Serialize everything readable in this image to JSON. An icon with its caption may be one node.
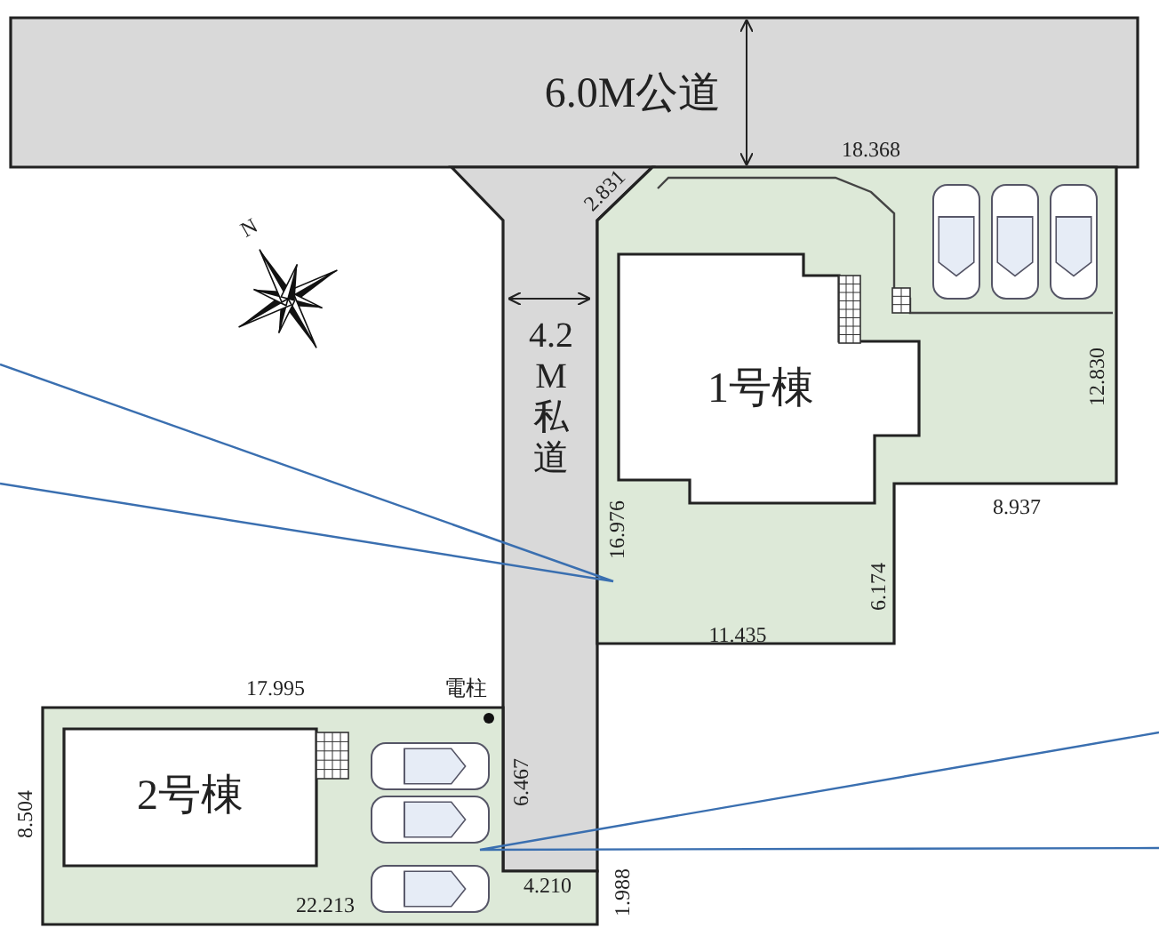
{
  "diagram": {
    "nodes": [
      {
        "text": [
          "6.0M公道"
        ]
      },
      {
        "text": [
          "4.2M私道"
        ]
      },
      {
        "text": [],
        "shape": "box"
      },
      {
        "text": [
          "1号棟"
        ],
        "in": 2
      },
      {
        "text": [],
        "shape": "box"
      },
      {
        "text": [
          "2号棟"
        ],
        "in": 4
      }
    ],
    "edges": [],
    "labels": [
      "18.368",
      "2.831",
      "N",
      "12.830",
      "8.937",
      "16.976",
      "6.174",
      "11.435",
      "17.995",
      "電柱",
      "6.467",
      "8.504",
      "4.210",
      "22.213",
      "1.988"
    ]
  }
}
